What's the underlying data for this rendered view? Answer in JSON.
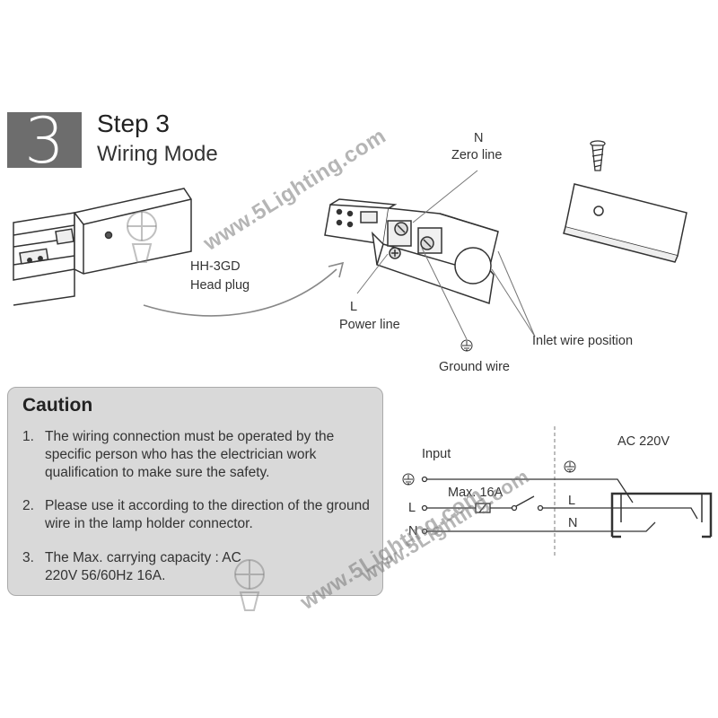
{
  "header": {
    "step_number": "3",
    "title": "Step 3",
    "subtitle": "Wiring Mode"
  },
  "product_labels": {
    "head_plug_model": "HH-3GD",
    "head_plug_name": "Head plug",
    "n_letter": "N",
    "zero_line": "Zero line",
    "l_letter": "L",
    "power_line": "Power line",
    "ground_wire": "Ground wire",
    "inlet_wire_position": "Inlet wire position"
  },
  "caution": {
    "title": "Caution",
    "items": [
      {
        "num": "1.",
        "text": "The wiring connection must be operated by the specific person who has the electrician work qualification to make sure the safety."
      },
      {
        "num": "2.",
        "text": "Please use it according to the direction of the ground wire in the lamp holder connector."
      },
      {
        "num": "3.",
        "text": "The Max. carrying capacity : AC 220V 56/60Hz 16A."
      }
    ]
  },
  "circuit": {
    "input_label": "Input",
    "ac_label": "AC 220V",
    "max_label": "Max. 16A",
    "left_l": "L",
    "left_n": "N",
    "right_l": "L",
    "right_n": "N"
  },
  "watermark": {
    "text": "www.5Lighting.com"
  }
}
